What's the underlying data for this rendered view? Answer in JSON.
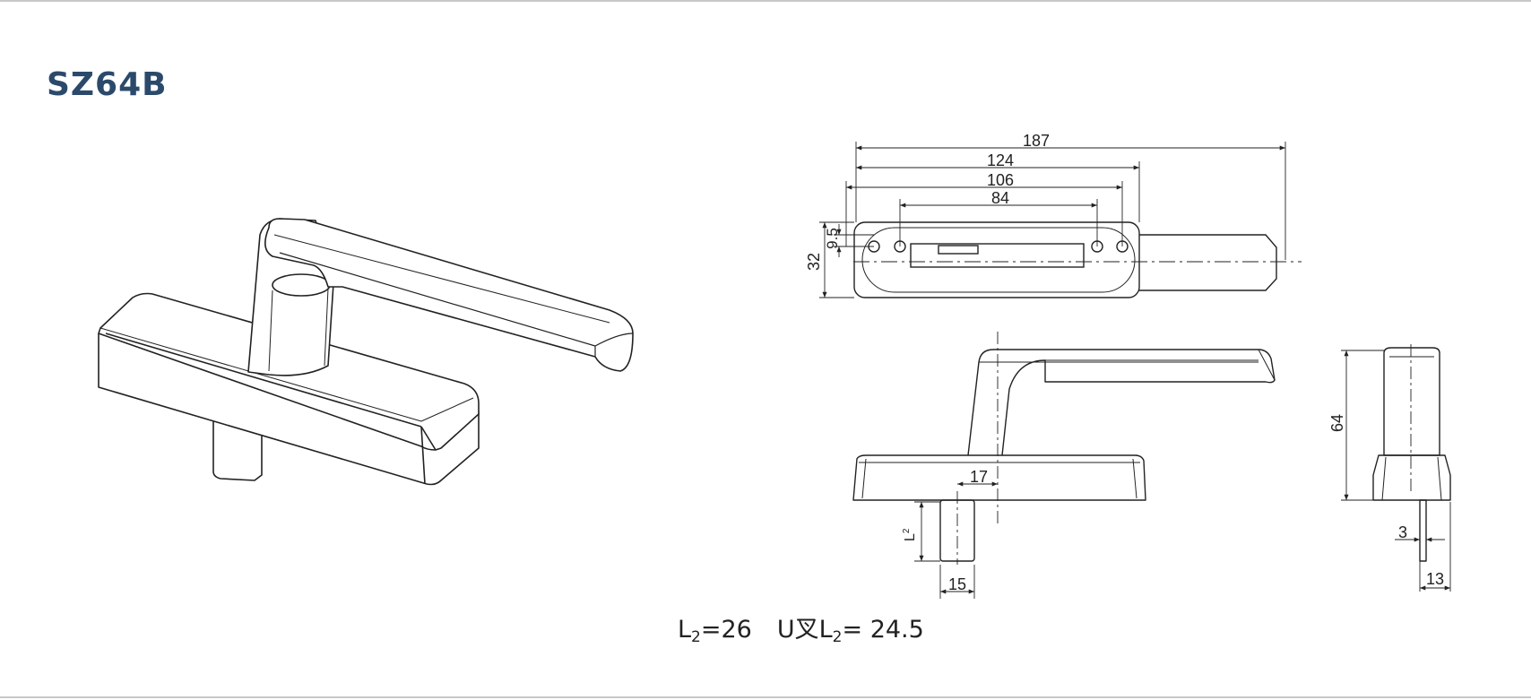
{
  "product": {
    "code": "SZ64B"
  },
  "dimensions": {
    "d187": "187",
    "d124": "124",
    "d106": "106",
    "d84": "84",
    "d9_5": "9.5",
    "d32": "32",
    "d17": "17",
    "dL2_base": "L",
    "dL2_sub": "2",
    "d15": "15",
    "d64": "64",
    "d3": "3",
    "d13": "13"
  },
  "note": {
    "l2_letter": "L",
    "l2_sub": "2",
    "l2_value": "=26",
    "u_prefix": "U叉L",
    "u_sub": "2",
    "u_value": "= 24.5"
  }
}
